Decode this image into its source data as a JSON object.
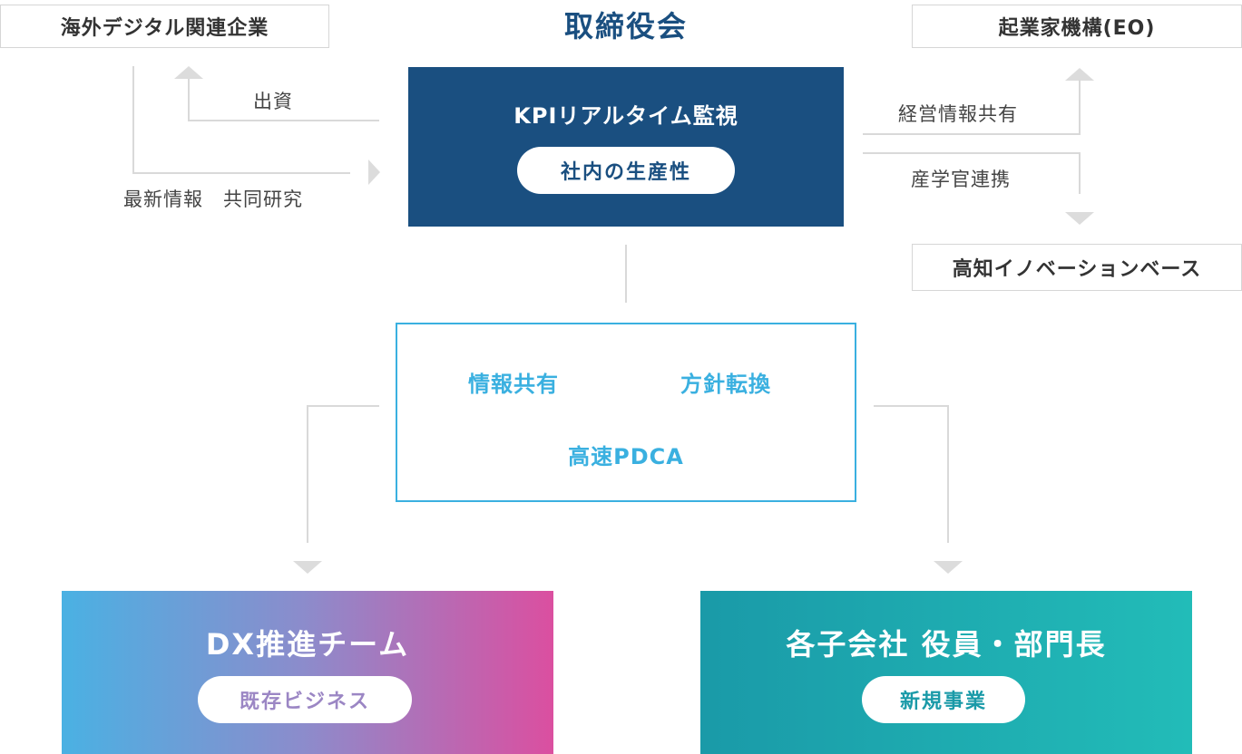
{
  "title": "取締役会",
  "left_org": "海外デジタル関連企業",
  "right_org": "起業家機構(EO)",
  "right_bottom_org": "高知イノベーションベース",
  "left_labels": {
    "investment": "出資",
    "info": "最新情報　共同研究"
  },
  "right_labels": {
    "mgmt_share": "経営情報共有",
    "collab": "産学官連携"
  },
  "kpi_box": {
    "title": "KPIリアルタイム監視",
    "pill": "社内の生産性"
  },
  "center_box": {
    "item1": "情報共有",
    "item2": "方針転換",
    "item3": "高速PDCA"
  },
  "dx_team": {
    "title": "DX推進チーム",
    "pill": "既存ビジネス"
  },
  "subsidiaries": {
    "title": "各子会社 役員・部門長",
    "pill": "新規事業"
  },
  "colors": {
    "navy": "#1a4f80",
    "light_blue": "#3ab0e0",
    "gradient_start": "#4ab1e3",
    "gradient_end": "#db4fa0",
    "teal_start": "#1a9aa8",
    "teal_end": "#22bcb8"
  }
}
